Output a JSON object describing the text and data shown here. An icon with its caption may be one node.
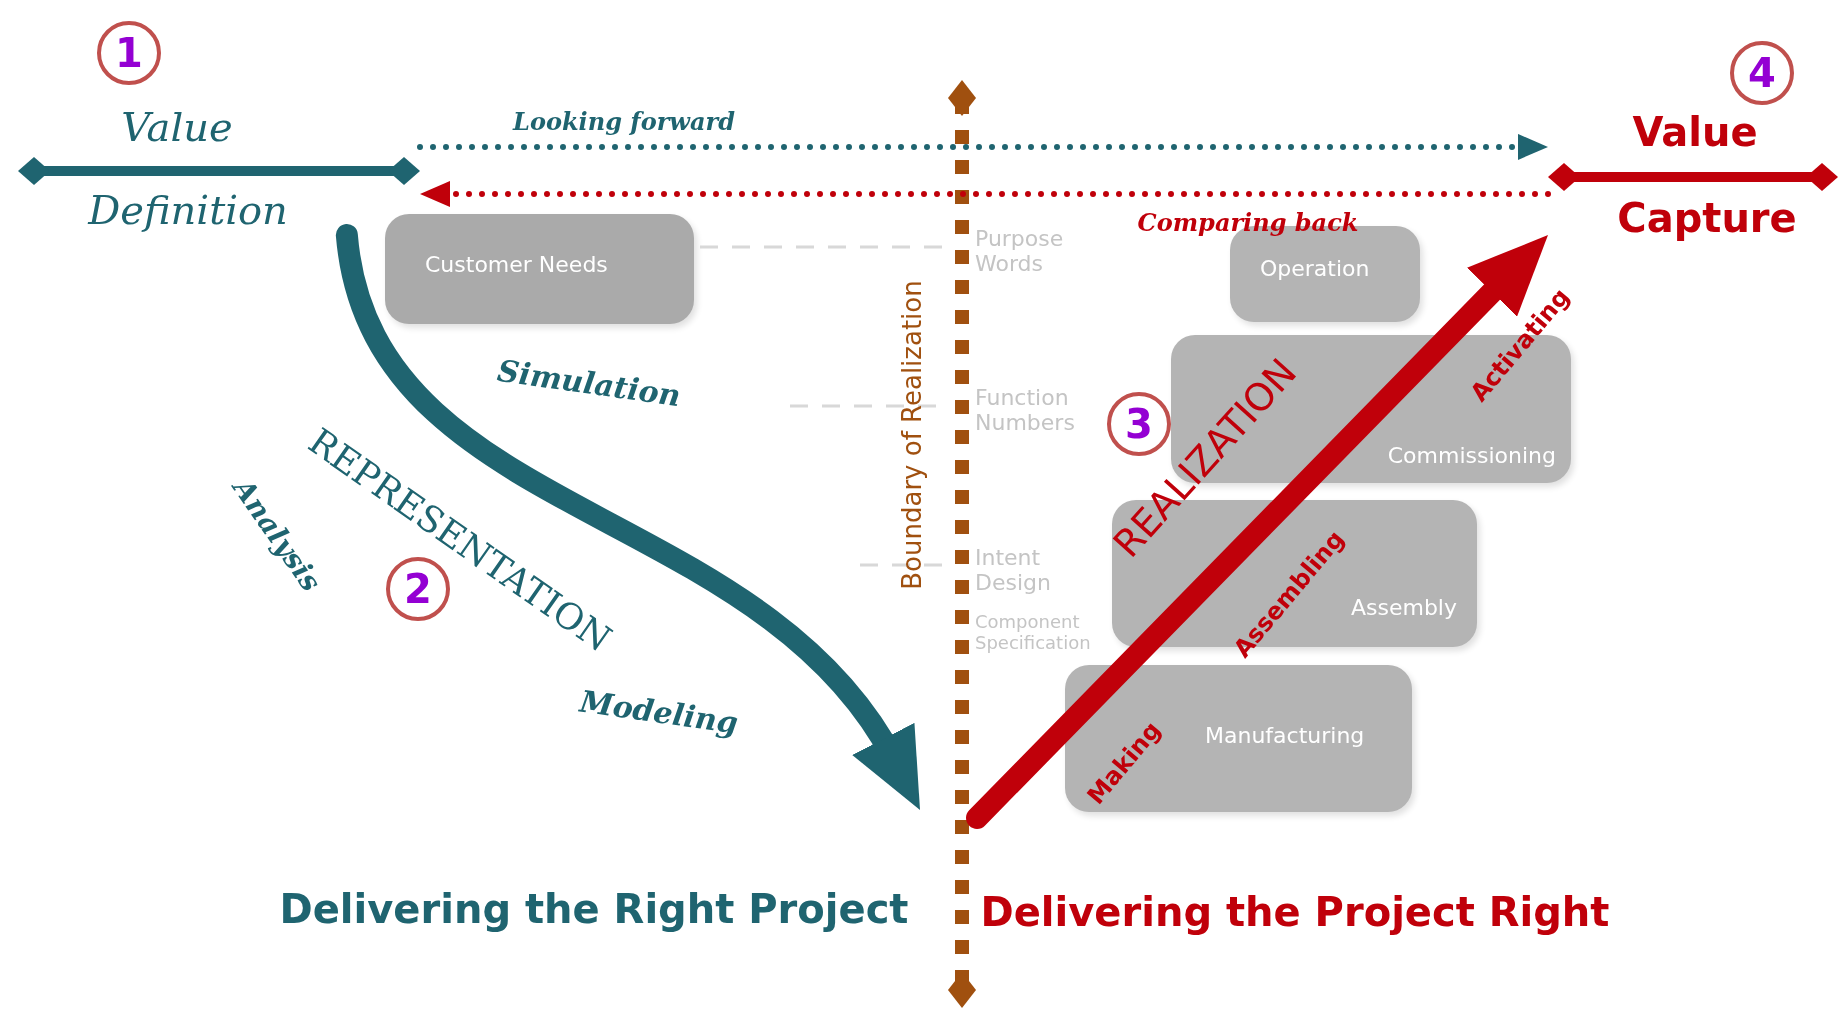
{
  "diagram": {
    "nodes": [
      {
        "text": [
          "1"
        ]
      },
      {
        "text": [
          "Value",
          "Definition"
        ]
      },
      {
        "text": [
          "4"
        ]
      },
      {
        "text": [
          "Value",
          "Capture"
        ]
      },
      {
        "text": [
          "Customer Needs"
        ]
      },
      {
        "text": [
          "Operation"
        ]
      },
      {
        "text": [
          "Commissioning"
        ]
      },
      {
        "text": [
          "3"
        ]
      },
      {
        "text": [
          "2"
        ]
      },
      {
        "text": [
          "Assembly"
        ]
      },
      {
        "text": [
          "Manufacturing"
        ]
      }
    ],
    "edges": [
      {
        "from": 1,
        "to": 3,
        "arrow": "to",
        "label": "Looking forward",
        "style": "dashed",
        "color": "#1f6470"
      },
      {
        "from": 3,
        "to": 1,
        "arrow": "to",
        "label": "Comparing back",
        "style": "dashed",
        "color": "#c0000a"
      },
      {
        "from": 1,
        "to": null,
        "arrow": "to",
        "label": "REPRESENTATION",
        "style": "thick",
        "color": "#1f6470"
      },
      {
        "from": null,
        "to": 3,
        "arrow": "to",
        "label": "REALIZATION",
        "style": "thick",
        "color": "#c0000a"
      }
    ],
    "labels": [
      "Purpose Words",
      "Simulation",
      "Boundary of Realization",
      "Function Numbers",
      "Activating",
      "Analysis",
      "Intent Design",
      "Assembling",
      "Component Specification",
      "Modeling",
      "Making",
      "Delivering the Right Project",
      "Delivering the Project Right"
    ]
  }
}
